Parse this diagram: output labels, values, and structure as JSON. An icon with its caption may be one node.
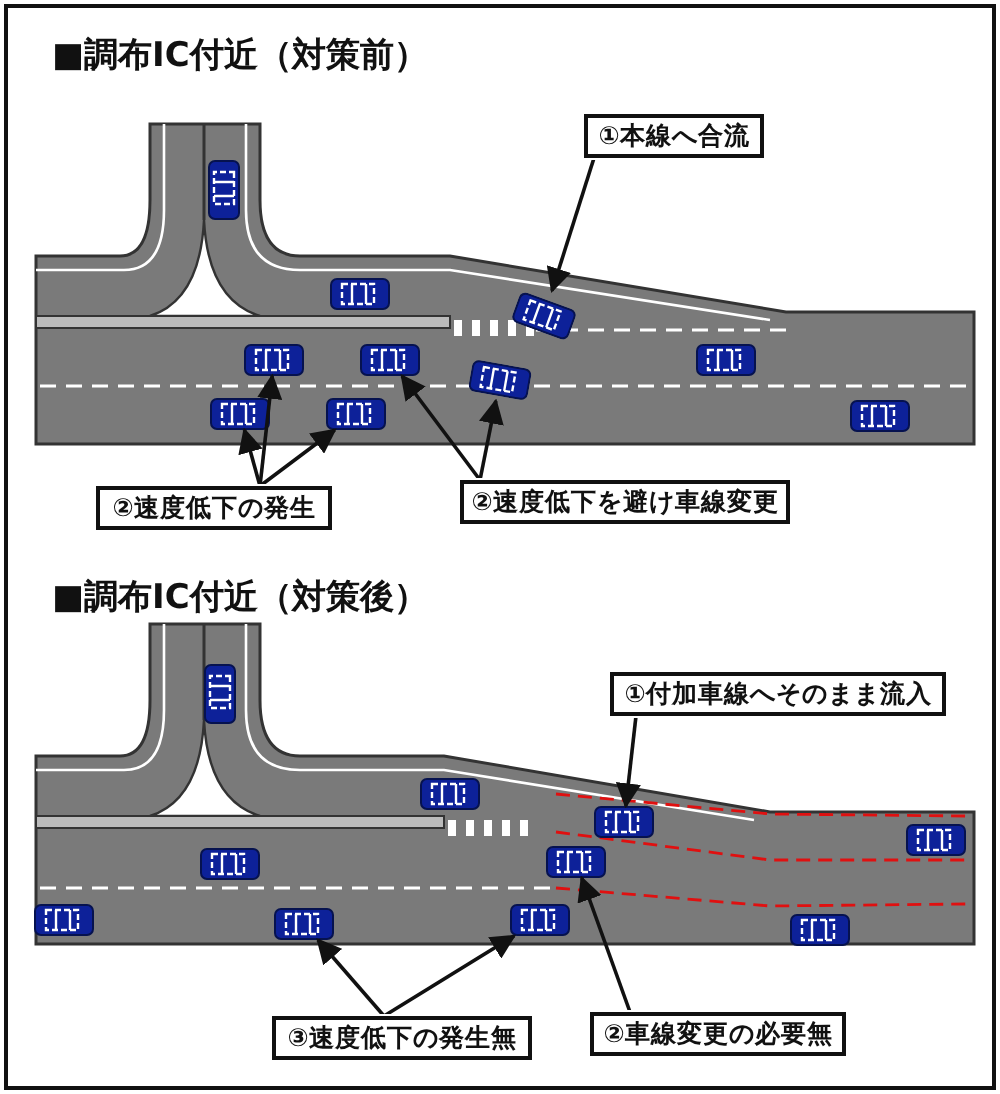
{
  "diagram": {
    "nodes": [
      {
        "text": [
          "①本線へ合流"
        ]
      },
      {
        "text": [],
        "shape": "car"
      },
      {
        "text": [],
        "shape": "car"
      },
      {
        "text": [],
        "shape": "car"
      },
      {
        "text": [],
        "shape": "car"
      },
      {
        "text": [],
        "shape": "car"
      },
      {
        "text": [],
        "shape": "car"
      },
      {
        "text": [
          "②速度低下の発生"
        ]
      },
      {
        "text": [
          "②速度低下を避け車線変更"
        ]
      },
      {
        "text": [
          "①付加車線へそのまま流入"
        ]
      },
      {
        "text": [],
        "shape": "car"
      },
      {
        "text": [],
        "shape": "car"
      },
      {
        "text": [],
        "shape": "car"
      },
      {
        "text": [],
        "shape": "car"
      },
      {
        "text": [
          "③速度低下の発生無"
        ]
      },
      {
        "text": [
          "②車線変更の必要無"
        ]
      }
    ],
    "edges": [
      {
        "from": 0,
        "to": 1,
        "arrow": "to"
      },
      {
        "from": 7,
        "to": 5,
        "arrow": "to"
      },
      {
        "from": 7,
        "to": 2,
        "arrow": "to"
      },
      {
        "from": 7,
        "to": 6,
        "arrow": "to"
      },
      {
        "from": 8,
        "to": 3,
        "arrow": "to"
      },
      {
        "from": 8,
        "to": 4,
        "arrow": "to"
      },
      {
        "from": 9,
        "to": 10,
        "arrow": "to"
      },
      {
        "from": 15,
        "to": 11,
        "arrow": "to"
      },
      {
        "from": 14,
        "to": 12,
        "arrow": "to"
      },
      {
        "from": 14,
        "to": 13,
        "arrow": "to"
      }
    ],
    "labels": [
      "■調布IC付近（対策前）",
      "■調布IC付近（対策後）"
    ]
  }
}
